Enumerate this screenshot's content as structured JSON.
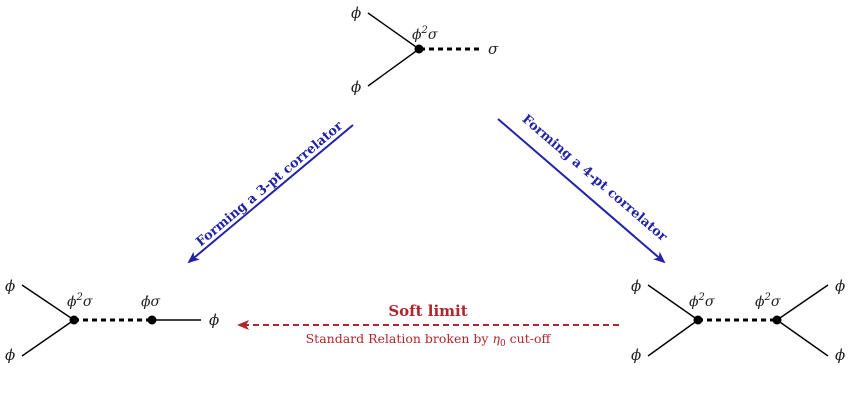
{
  "labels": {
    "phi": "ϕ",
    "sigma": "σ",
    "phi_sq": "ϕ",
    "sq_exp": "2",
    "phidot_sigma": "ϕ̇σ",
    "eta_sub": "0"
  },
  "arrows": {
    "left": "Forming a 3-pt correlator",
    "right": "Forming a 4-pt correlator"
  },
  "soft_limit": {
    "title": "Soft limit",
    "subtitle_pre": "Standard Relation broken by ",
    "subtitle_eta": "η",
    "subtitle_post": " cut-off"
  },
  "colors": {
    "blue": "#2323a8",
    "red": "#b0262c"
  }
}
